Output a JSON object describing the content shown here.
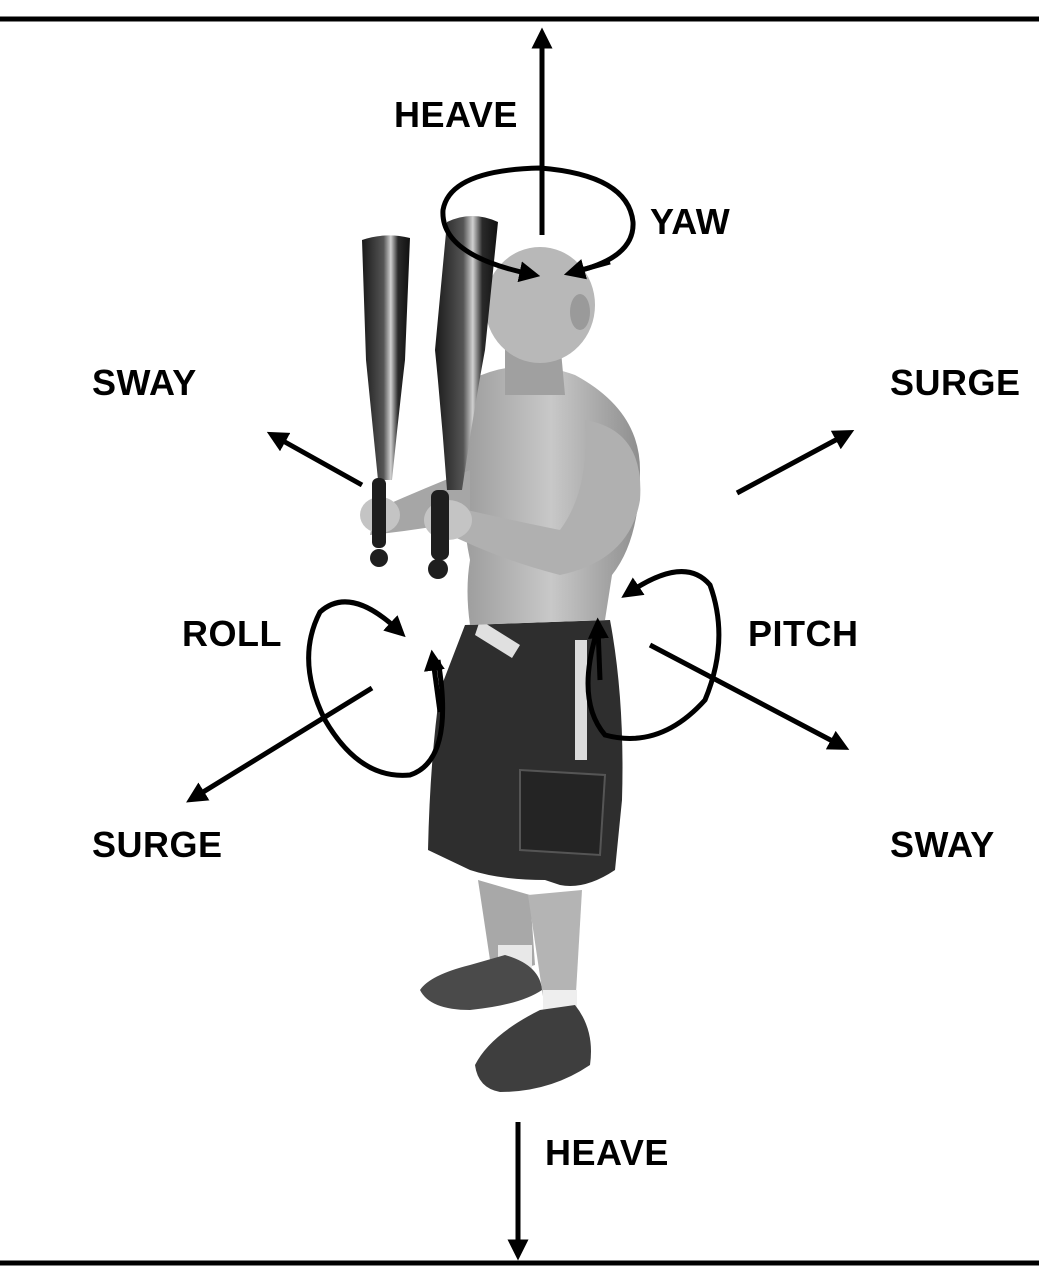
{
  "labels": {
    "heave_top": "HEAVE",
    "yaw": "YAW",
    "sway_left": "SWAY",
    "surge_right": "SURGE",
    "roll": "ROLL",
    "pitch": "PITCH",
    "surge_left": "SURGE",
    "sway_right": "SWAY",
    "heave_bottom": "HEAVE"
  },
  "colors": {
    "ink": "#000000",
    "background": "#ffffff",
    "figure_gray": "#8a8a8a",
    "figure_dark": "#2a2a2a"
  }
}
